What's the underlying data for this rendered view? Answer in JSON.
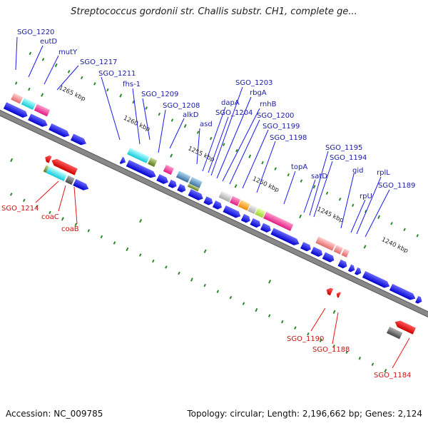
{
  "title": "Streptococcus gordonii str. Challis substr. CH1, complete ge...",
  "footer": {
    "accession": "Accession: NC_009785",
    "topology": "Topology: circular; Length: 2,196,662 bp; Genes: 2,124"
  },
  "colors": {
    "backbone": "#777777",
    "forward_gene": "#1a1aee",
    "reverse_gene": "#ee1111",
    "tick": "#2a8a2a",
    "forward_label": "#1a1aa6",
    "reverse_label": "#cc1111"
  },
  "kbp_labels": [
    "1265 kbp",
    "1260 kbp",
    "1255 kbp",
    "1250 kbp",
    "1245 kbp",
    "1240 kbp"
  ],
  "forward_labels": [
    "SGO_1220",
    "eutD",
    "mutY",
    "SGO_1217",
    "SGO_1211",
    "fhs-1",
    "SGO_1209",
    "SGO_1208",
    "alkD",
    "asd",
    "dapA",
    "SGO_1204",
    "SGO_1203",
    "rbgA",
    "rnhB",
    "SGO_1200",
    "SGO_1199",
    "SGO_1198",
    "topA",
    "satD",
    "SGO_1195",
    "SGO_1194",
    "gid",
    "rpU",
    "rplL",
    "SGO_1189"
  ],
  "reverse_labels": [
    "SGO_1214",
    "coaC",
    "coaB",
    "SGO_1190",
    "SGO_1188",
    "SGO_1184"
  ]
}
